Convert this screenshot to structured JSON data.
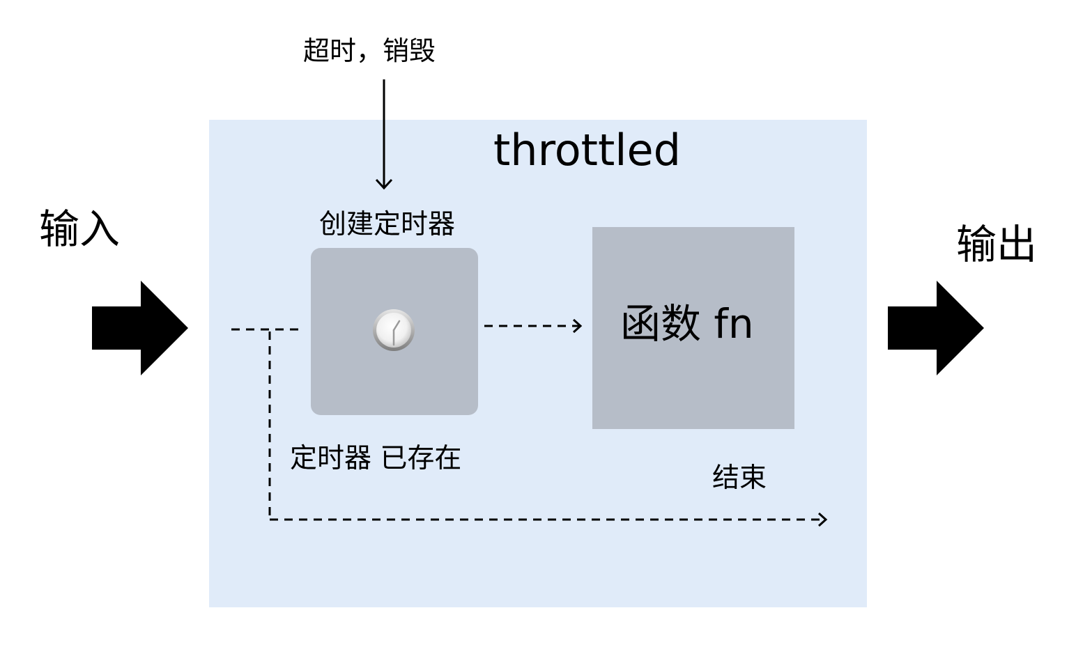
{
  "colors": {
    "container_fill": "#e0ebf9",
    "box_fill": "#b6bdc8",
    "arrow": "#000000",
    "text": "#000000"
  },
  "labels": {
    "timeout_destroy": "超时，销毁",
    "throttled": "throttled",
    "input": "输入",
    "output": "输出",
    "create_timer": "创建定时器",
    "function_fn": "函数 fn",
    "timer_exists": "定时器 已存在",
    "end": "结束"
  },
  "icons": {
    "input_arrow": "big-right-arrow-icon",
    "output_arrow": "big-right-arrow-icon",
    "timer": "clock-icon"
  }
}
